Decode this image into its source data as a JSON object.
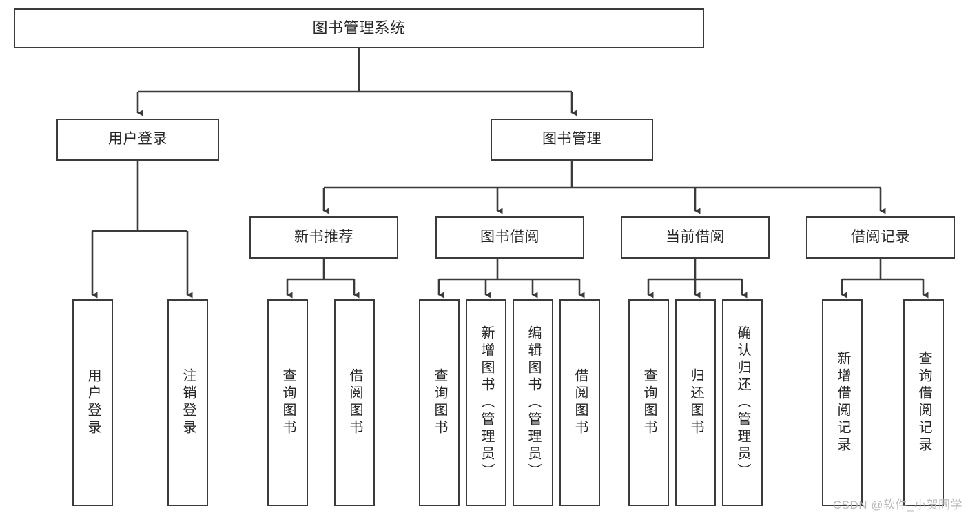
{
  "diagram": {
    "title": "图书管理系统",
    "watermark": "CSDN @软件_小贺同学",
    "line_color": "#3b3b3b",
    "box_fill": "#ffffff",
    "text_color": "#262626",
    "watermark_color": "#b8b8b8"
  },
  "root": {
    "label": "图书管理系统"
  },
  "level2": [
    {
      "label": "用户登录"
    },
    {
      "label": "图书管理"
    }
  ],
  "level3": [
    {
      "label": "新书推荐"
    },
    {
      "label": "图书借阅"
    },
    {
      "label": "当前借阅"
    },
    {
      "label": "借阅记录"
    }
  ],
  "leaves": {
    "user_login": [
      {
        "label": "用户登录"
      },
      {
        "label": "注销登录"
      }
    ],
    "new_book_recommend": [
      {
        "label": "查询图书"
      },
      {
        "label": "借阅图书"
      }
    ],
    "book_borrow": [
      {
        "label": "查询图书"
      },
      {
        "label": "新增图书（管理员）"
      },
      {
        "label": "编辑图书（管理员）"
      },
      {
        "label": "借阅图书"
      }
    ],
    "current_borrow": [
      {
        "label": "查询图书"
      },
      {
        "label": "归还图书"
      },
      {
        "label": "确认归还（管理员）"
      }
    ],
    "borrow_record": [
      {
        "label": "新增借阅记录"
      },
      {
        "label": "查询借阅记录"
      }
    ]
  }
}
